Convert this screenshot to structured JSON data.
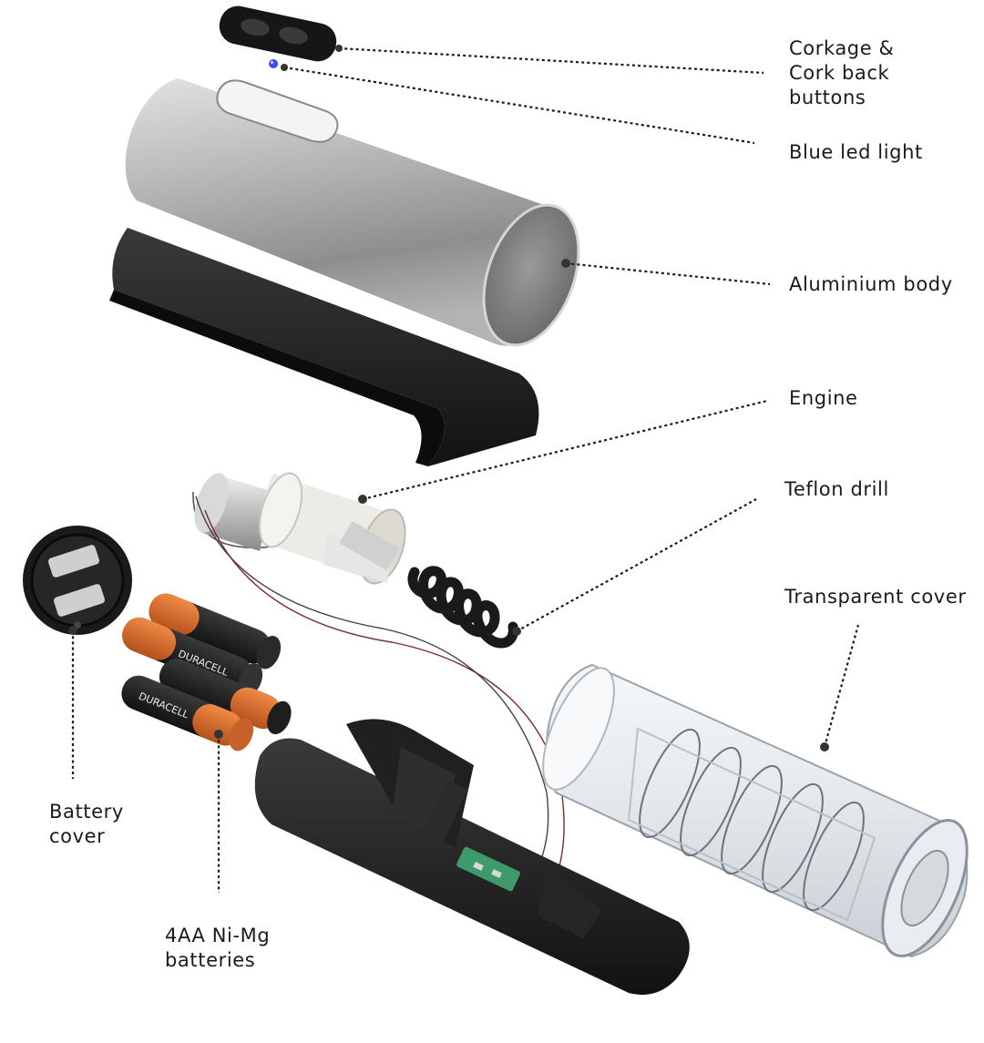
{
  "labels": {
    "buttons": [
      "Corkage &",
      "Cork back",
      "buttons"
    ],
    "led": "Blue led light",
    "body": "Aluminium body",
    "engine": "Engine",
    "drill": "Teflon drill",
    "cover": "Transparent cover",
    "battery_cover": [
      "Battery",
      "cover"
    ],
    "batteries": [
      "4AA Ni-Mg",
      "batteries"
    ]
  },
  "battery_print": "DURACELL",
  "colors": {
    "aluminium": "#b8b8b8",
    "housing": "#1e1e1e",
    "battery_copper": "#d0692a",
    "battery_black": "#1b1b1b",
    "led": "#3a4bff",
    "engine_white": "#ecebe6",
    "pcb_green": "#3e9a6a"
  }
}
